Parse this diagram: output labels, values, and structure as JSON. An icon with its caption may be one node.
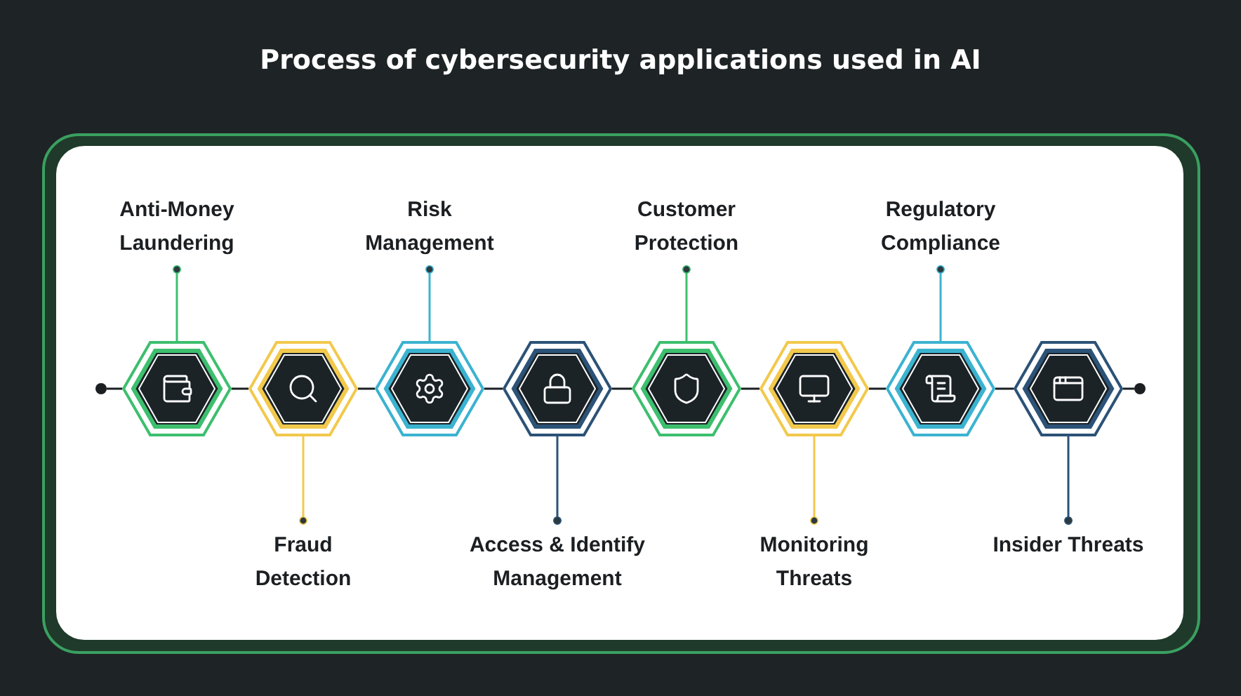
{
  "diagram": {
    "title": "Process of cybersecurity applications used in AI",
    "nodes": [
      {
        "text": [
          "Anti-Money Laundering"
        ]
      },
      {
        "text": [
          "Risk Management"
        ]
      },
      {
        "text": [
          "Customer Protection"
        ]
      },
      {
        "text": [
          "Regulatory Compliance"
        ]
      },
      {
        "text": [],
        "shape": "circle"
      },
      {
        "text": [],
        "shape": "hexagon"
      },
      {
        "text": [],
        "shape": "hexagon"
      },
      {
        "text": [],
        "shape": "hexagon"
      },
      {
        "text": [],
        "shape": "hexagon"
      },
      {
        "text": [],
        "shape": "hexagon"
      },
      {
        "text": [],
        "shape": "hexagon"
      },
      {
        "text": [],
        "shape": "hexagon"
      },
      {
        "text": [],
        "shape": "hexagon"
      },
      {
        "text": [],
        "shape": "circle"
      },
      {
        "text": [
          "Fraud Detection"
        ]
      },
      {
        "text": [
          "Access & Identify Management"
        ]
      },
      {
        "text": [
          "Monitoring Threats"
        ]
      },
      {
        "text": [
          "Insider Threats"
        ]
      }
    ],
    "edges": [
      {
        "from": 4,
        "to": 5,
        "arrow": "none"
      },
      {
        "from": 5,
        "to": 6,
        "arrow": "none"
      },
      {
        "from": 6,
        "to": 7,
        "arrow": "none"
      },
      {
        "from": 7,
        "to": 8,
        "arrow": "none"
      },
      {
        "from": 8,
        "to": 9,
        "arrow": "none"
      },
      {
        "from": 9,
        "to": 10,
        "arrow": "none"
      },
      {
        "from": 10,
        "to": 11,
        "arrow": "none"
      },
      {
        "from": 11,
        "to": 12,
        "arrow": "none"
      },
      {
        "from": 12,
        "to": 13,
        "arrow": "none"
      },
      {
        "from": 0,
        "to": 5,
        "arrow": "other",
        "color": "#3dbf6e"
      },
      {
        "from": 1,
        "to": 7,
        "arrow": "other",
        "color": "#3bb3d0"
      },
      {
        "from": 2,
        "to": 9,
        "arrow": "other",
        "color": "#3dbf6e"
      },
      {
        "from": 3,
        "to": 11,
        "arrow": "other",
        "color": "#3bb3d0"
      },
      {
        "from": 14,
        "to": 6,
        "arrow": "other",
        "color": "#f2c94c"
      },
      {
        "from": 15,
        "to": 8,
        "arrow": "other",
        "color": "#2c5277"
      },
      {
        "from": 16,
        "to": 10,
        "arrow": "other",
        "color": "#f2c94c"
      },
      {
        "from": 17,
        "to": 12,
        "arrow": "other",
        "color": "#2c5277"
      }
    ]
  }
}
